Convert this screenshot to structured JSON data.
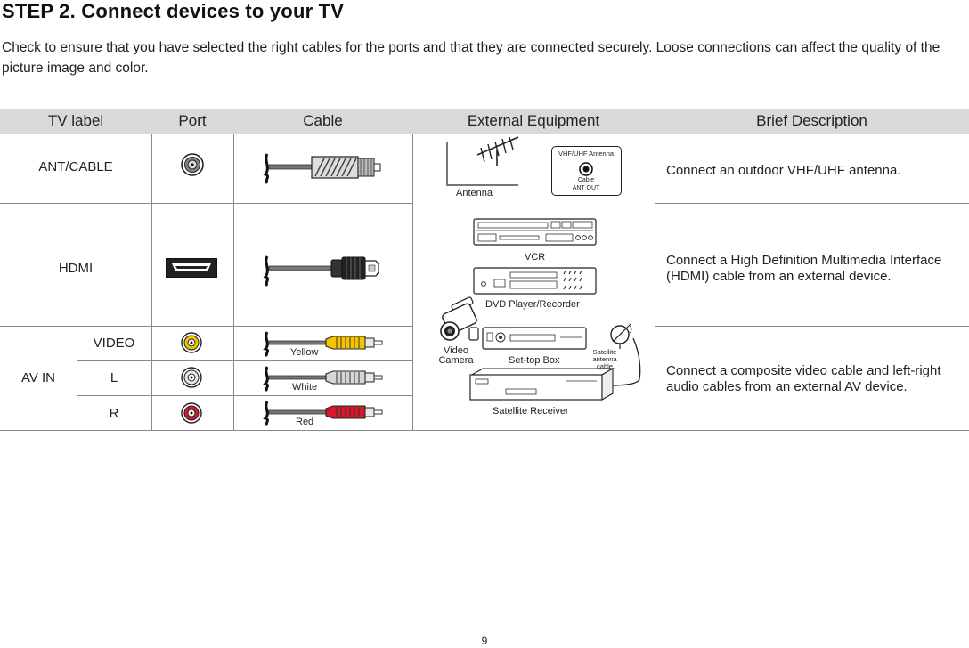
{
  "title": "STEP 2. Connect devices to your TV",
  "intro": "Check to ensure that you have selected the right cables for the ports and that they are connected securely. Loose connections can affect the quality of the picture image and color.",
  "table": {
    "headers": [
      "TV label",
      "Port",
      "Cable",
      "External Equipment",
      "Brief Description"
    ],
    "rows": {
      "ant": {
        "label": "ANT/CABLE",
        "description": "Connect an outdoor VHF/UHF antenna."
      },
      "hdmi": {
        "label": "HDMI",
        "description": "Connect a High Definition Multimedia Interface (HDMI) cable from an external device."
      },
      "av": {
        "label": "AV IN",
        "sub": [
          "VIDEO",
          "L",
          "R"
        ],
        "cable_colors": [
          "Yellow",
          "White",
          "Red"
        ],
        "description": "Connect a composite video cable and left-right audio cables from an external AV device."
      }
    }
  },
  "equipment": {
    "antenna": "Antenna",
    "vhf_box_title": "VHF/UHF Antenna",
    "vhf_box_cable": "Cable",
    "vhf_box_out": "ANT OUT",
    "vcr": "VCR",
    "dvd": "DVD Player/Recorder",
    "camera_line1": "Video",
    "camera_line2": "Camera",
    "settop": "Set-top Box",
    "sat_cable_1": "Satellite",
    "sat_cable_2": "antenna",
    "sat_cable_3": "cable",
    "sat_receiver": "Satellite Receiver"
  },
  "colors": {
    "yellow": "#f5c400",
    "white": "#d6d6d6",
    "red": "#d4192c",
    "header_bg": "#d9d9d9"
  },
  "page_number": "9"
}
